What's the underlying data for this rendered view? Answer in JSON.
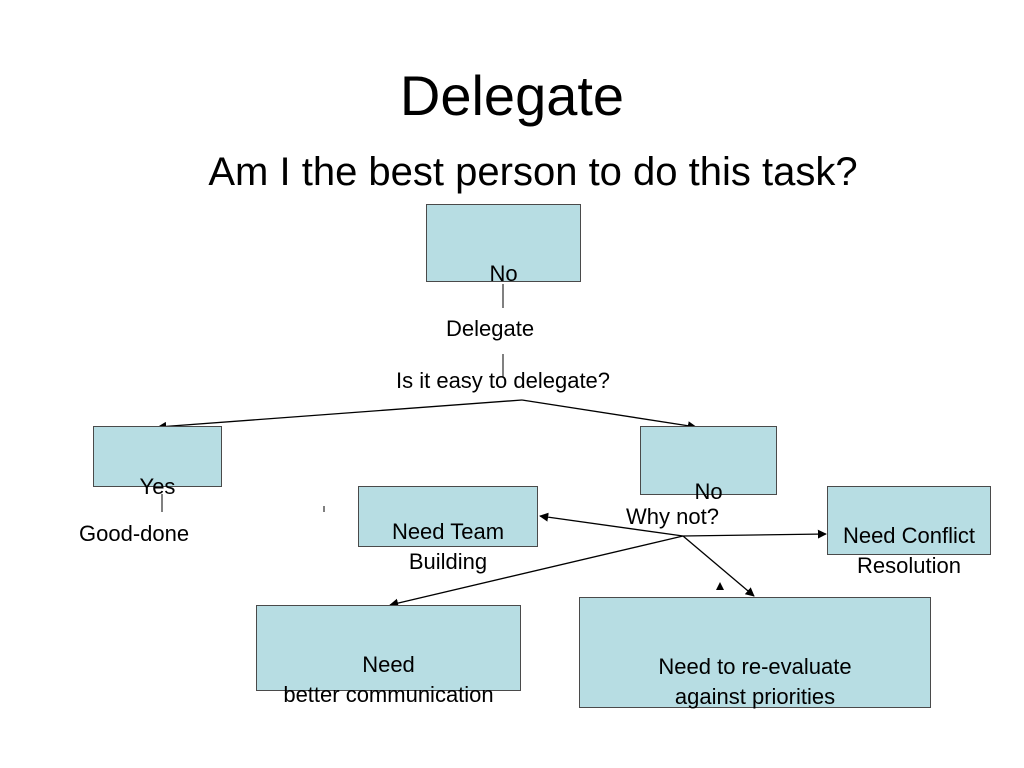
{
  "slide": {
    "title": "Delegate",
    "subtitle": "Am I the best person to do this task?"
  },
  "nodes": {
    "top_no": "No",
    "delegate": "Delegate",
    "question": "Is it easy to delegate?",
    "yes": "Yes",
    "branch_no": "No",
    "good_done": "Good-done",
    "why_not": "Why not?",
    "team_building": "Need Team\nBuilding",
    "conflict_resolution": "Need Conflict\nResolution",
    "communication": "Need\nbetter communication",
    "re_evaluate": "Need to re-evaluate\nagainst priorities"
  },
  "colors": {
    "box_fill": "#b7dde3",
    "box_border": "#4a4a4a",
    "line": "#000000"
  }
}
